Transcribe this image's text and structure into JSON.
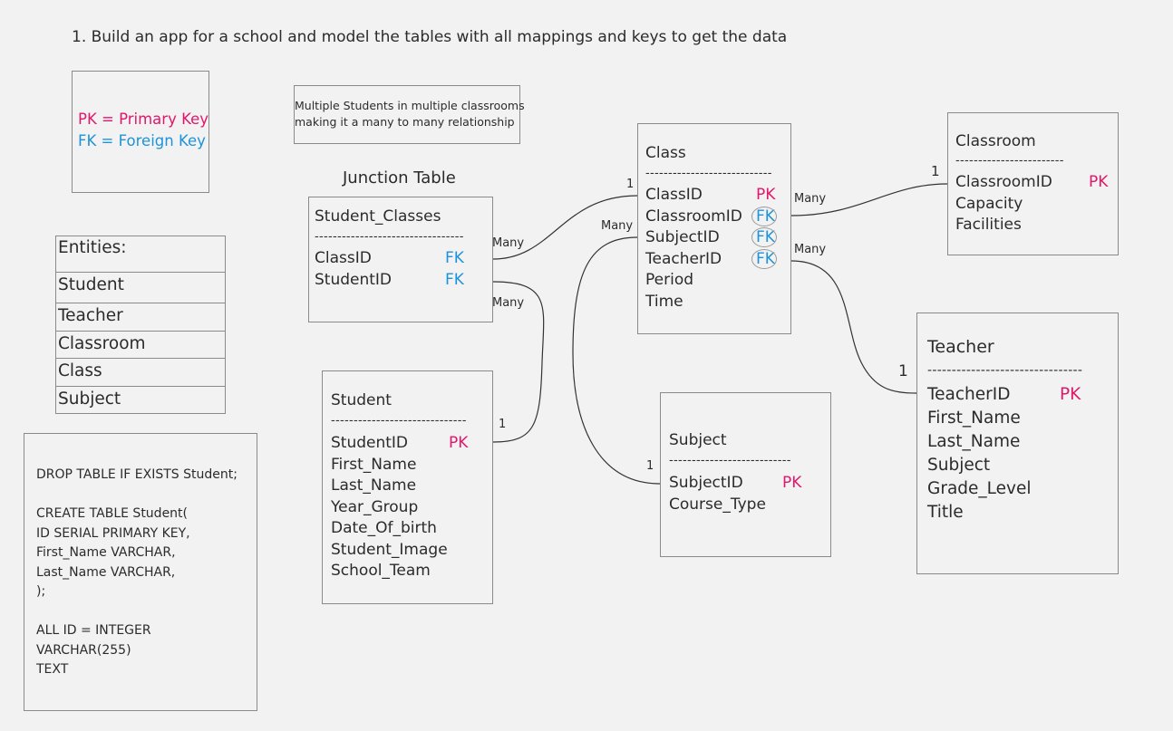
{
  "title": "1. Build an app for a school and model the tables with all mappings and keys to get the data",
  "legend": {
    "pk": "PK = Primary Key",
    "fk": "FK = Foreign Key"
  },
  "note": [
    "Multiple Students in multiple classrooms",
    "making it a many to many relationship"
  ],
  "junction_label": "Junction Table",
  "entities": {
    "header": "Entities:",
    "items": [
      "Student",
      "Teacher",
      "Classroom",
      "Class",
      "Subject"
    ]
  },
  "sql": {
    "lines": [
      "DROP TABLE IF EXISTS Student;",
      "",
      "CREATE TABLE Student(",
      "ID SERIAL PRIMARY KEY,",
      "First_Name VARCHAR,",
      "Last_Name VARCHAR,",
      ");",
      "",
      "ALL ID = INTEGER",
      "VARCHAR(255)",
      "TEXT"
    ]
  },
  "tables": {
    "student_classes": {
      "name": "Student_Classes",
      "sep": "---------------------------------",
      "fields": [
        "ClassID",
        "StudentID"
      ],
      "keys": [
        "FK",
        "FK"
      ]
    },
    "class": {
      "name": "Class",
      "sep": "----------------------------",
      "fields": [
        "ClassID",
        "ClassroomID",
        "SubjectID",
        "TeacherID",
        "Period",
        "Time"
      ],
      "keys": [
        "PK",
        "FK",
        "FK",
        "FK"
      ]
    },
    "classroom": {
      "name": "Classroom",
      "sep": "------------------------",
      "fields": [
        "ClassroomID",
        "Capacity",
        "Facilities"
      ],
      "keys": [
        "PK"
      ]
    },
    "student": {
      "name": "Student",
      "sep": "------------------------------",
      "fields": [
        "StudentID",
        "First_Name",
        "Last_Name",
        "Year_Group",
        "Date_Of_birth",
        "Student_Image",
        "School_Team"
      ],
      "keys": [
        "PK"
      ]
    },
    "subject": {
      "name": "Subject",
      "sep": "---------------------------",
      "fields": [
        "SubjectID",
        "Course_Type"
      ],
      "keys": [
        "PK"
      ]
    },
    "teacher": {
      "name": "Teacher",
      "sep": "--------------------------------",
      "fields": [
        "TeacherID",
        "First_Name",
        "Last_Name",
        "Subject",
        "Grade_Level",
        "Title"
      ],
      "keys": [
        "PK"
      ]
    }
  },
  "cardinality": {
    "sc_class_many": "Many",
    "sc_class_one": "1",
    "class_classroom_many": "Many",
    "class_classroom_one": "1",
    "sc_student_many": "Many",
    "sc_student_one": "1",
    "class_subject_many": "Many",
    "class_subject_one": "1",
    "class_teacher_many": "Many",
    "class_teacher_one": "1"
  }
}
